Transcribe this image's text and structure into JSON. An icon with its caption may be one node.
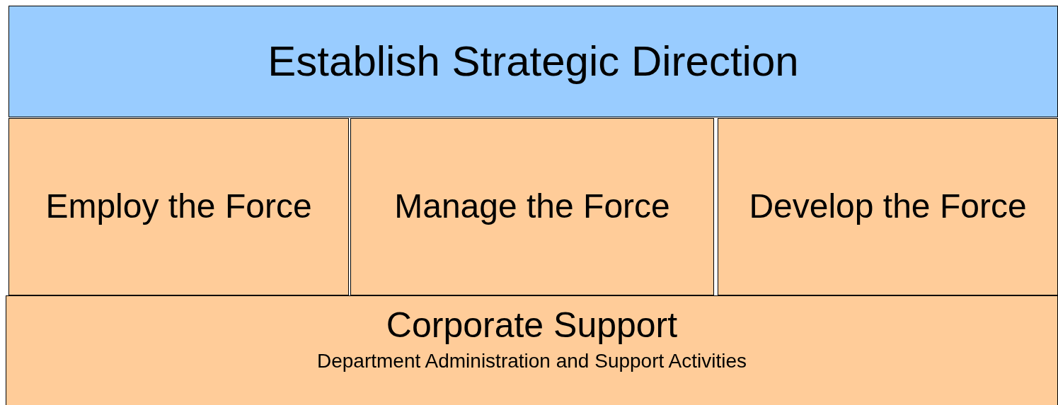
{
  "diagram": {
    "nodes": [
      {
        "text": [
          "Establish Strategic Direction"
        ]
      },
      {
        "text": [
          "Employ the Force"
        ]
      },
      {
        "text": [
          "Manage the Force"
        ]
      },
      {
        "text": [
          "Develop the Force"
        ]
      },
      {
        "text": [
          "Corporate Support",
          "Department Administration and Support Activities"
        ]
      }
    ]
  }
}
